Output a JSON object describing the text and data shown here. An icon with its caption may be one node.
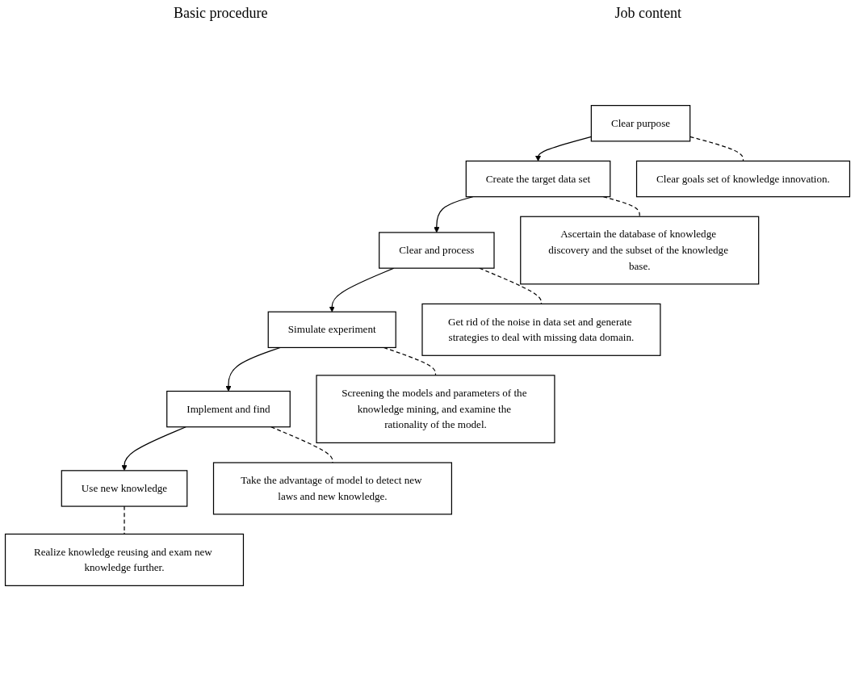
{
  "diagram": {
    "nodes": [
      {
        "text": [
          "Clear purpose"
        ]
      },
      {
        "text": [
          "Create the target data set"
        ]
      },
      {
        "text": [
          "Clear and process"
        ]
      },
      {
        "text": [
          "Simulate experiment"
        ]
      },
      {
        "text": [
          "Implement and find"
        ]
      },
      {
        "text": [
          "Use new knowledge"
        ]
      },
      {
        "text": [
          "Clear goals set of knowledge innovation."
        ]
      },
      {
        "text": [
          "Ascertain the database of knowledge discovery and the subset of the knowledge base."
        ]
      },
      {
        "text": [
          "Get rid of the noise in data set and generate strategies to deal with missing data domain."
        ]
      },
      {
        "text": [
          "Screening the models and parameters of the knowledge mining, and examine the rationality of the model."
        ]
      },
      {
        "text": [
          "Take the advantage of model to detect new laws and new knowledge."
        ]
      },
      {
        "text": [
          "Realize knowledge reusing and exam new knowledge further."
        ]
      }
    ],
    "edges": [
      {
        "from": 0,
        "to": 1,
        "arrow": "to"
      },
      {
        "from": 1,
        "to": 2,
        "arrow": "to"
      },
      {
        "from": 2,
        "to": 3,
        "arrow": "to"
      },
      {
        "from": 3,
        "to": 4,
        "arrow": "to"
      },
      {
        "from": 4,
        "to": 5,
        "arrow": "to"
      },
      {
        "from": 0,
        "to": 6,
        "arrow": "none",
        "style": "dashed"
      },
      {
        "from": 1,
        "to": 7,
        "arrow": "none",
        "style": "dashed"
      },
      {
        "from": 2,
        "to": 8,
        "arrow": "none",
        "style": "dashed"
      },
      {
        "from": 3,
        "to": 9,
        "arrow": "none",
        "style": "dashed"
      },
      {
        "from": 4,
        "to": 10,
        "arrow": "none",
        "style": "dashed"
      },
      {
        "from": 5,
        "to": 11,
        "arrow": "none",
        "style": "dashed"
      }
    ],
    "labels": [
      "Basic procedure",
      "Job content"
    ]
  }
}
